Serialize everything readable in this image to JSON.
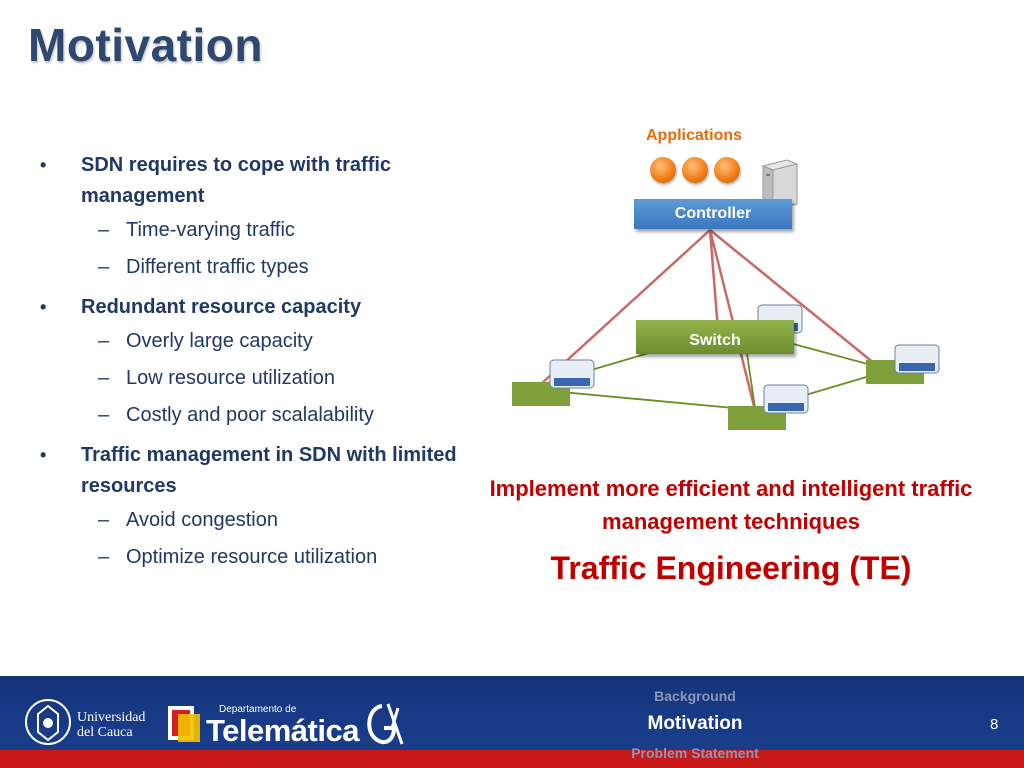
{
  "slide": {
    "title": "Motivation",
    "page_number": "8"
  },
  "bullets": [
    {
      "text": "SDN requires to cope with traffic management",
      "sub": [
        "Time-varying traffic",
        "Different traffic types"
      ]
    },
    {
      "text": "Redundant resource capacity",
      "sub": [
        "Overly large capacity",
        "Low resource utilization",
        "Costly and poor scalalability"
      ]
    },
    {
      "text": "Traffic management in SDN with limited resources",
      "sub": [
        "Avoid congestion",
        "Optimize resource utilization"
      ]
    }
  ],
  "bullet_glyph": "•",
  "dash_glyph": "–",
  "diagram": {
    "applications_label": "Applications",
    "controller_label": "Controller",
    "switch_label": "Switch"
  },
  "message": {
    "line": "Implement more efficient and intelligent traffic management techniques",
    "te": "Traffic Engineering (TE)"
  },
  "footer": {
    "nav_prev": "Background",
    "nav_current": "Motivation",
    "nav_next": "Problem Statement",
    "university_line1": "Universidad",
    "university_line2": "del Cauca",
    "dept_small": "Departamento de",
    "dept_big": "Telemática"
  },
  "colors": {
    "title": "#2e4870",
    "bullet_text": "#1f3864",
    "accent_red": "#c00000",
    "apps_orange": "#e46c0a",
    "controller_blue": "#4a8ad0",
    "switch_green": "#7f9f3a",
    "footer_blue": "#1a3d8a",
    "footer_red": "#c81818"
  }
}
